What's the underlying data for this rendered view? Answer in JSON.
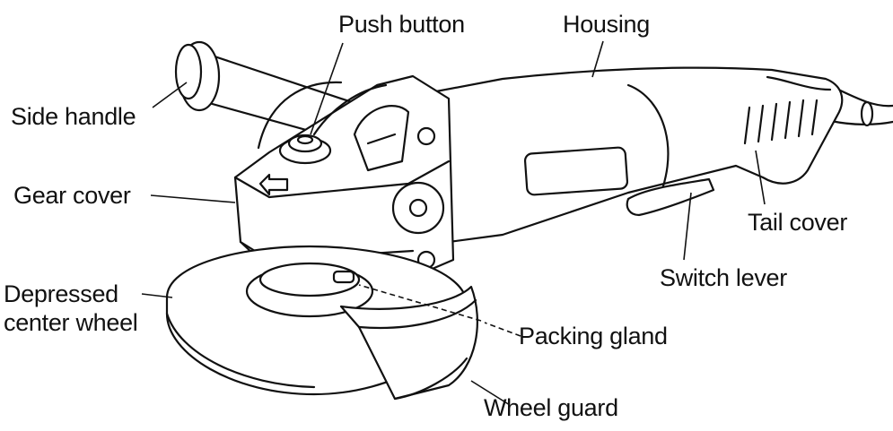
{
  "labels": {
    "push_button": "Push button",
    "housing": "Housing",
    "side_handle": "Side handle",
    "gear_cover": "Gear cover",
    "tail_cover": "Tail cover",
    "switch_lever": "Switch lever",
    "depressed_center_wheel_line1": "Depressed",
    "depressed_center_wheel_line2": "center wheel",
    "packing_gland": "Packing gland",
    "wheel_guard": "Wheel guard"
  },
  "colors": {
    "ink": "#111111",
    "background": "#ffffff"
  }
}
